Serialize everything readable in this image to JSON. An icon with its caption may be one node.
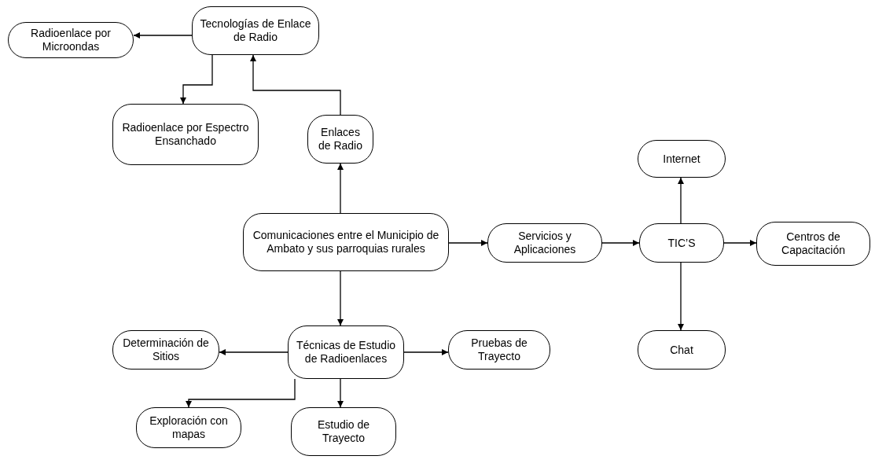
{
  "diagram": {
    "nodes": [
      {
        "text": [
          "Radioenlace por Microondas"
        ]
      },
      {
        "text": [
          "Tecnologías de Enlace de Radio"
        ]
      },
      {
        "text": [
          "Radioenlace por Espectro Ensanchado"
        ]
      },
      {
        "text": [
          "Enlaces de Radio"
        ]
      },
      {
        "text": [
          "Comunicaciones entre el Municipio de Ambato y sus parroquias rurales"
        ]
      },
      {
        "text": [
          "Servicios y Aplicaciones"
        ]
      },
      {
        "text": [
          "TIC’S"
        ]
      },
      {
        "text": [
          "Internet"
        ]
      },
      {
        "text": [
          "Centros de Capacitación"
        ]
      },
      {
        "text": [
          "Chat"
        ]
      },
      {
        "text": [
          "Técnicas de Estudio de Radioenlaces"
        ]
      },
      {
        "text": [
          "Determinación de Sitios"
        ]
      },
      {
        "text": [
          "Pruebas de Trayecto"
        ]
      },
      {
        "text": [
          "Exploración con mapas"
        ]
      },
      {
        "text": [
          "Estudio de Trayecto"
        ]
      }
    ],
    "edges": [
      {
        "from": 1,
        "to": 0,
        "arrow": "to"
      },
      {
        "from": 1,
        "to": 2,
        "arrow": "to"
      },
      {
        "from": 3,
        "to": 1,
        "arrow": "to"
      },
      {
        "from": 4,
        "to": 3,
        "arrow": "to"
      },
      {
        "from": 4,
        "to": 5,
        "arrow": "to"
      },
      {
        "from": 5,
        "to": 6,
        "arrow": "to"
      },
      {
        "from": 6,
        "to": 7,
        "arrow": "to"
      },
      {
        "from": 6,
        "to": 8,
        "arrow": "to"
      },
      {
        "from": 6,
        "to": 9,
        "arrow": "to"
      },
      {
        "from": 4,
        "to": 10,
        "arrow": "to"
      },
      {
        "from": 10,
        "to": 11,
        "arrow": "to"
      },
      {
        "from": 10,
        "to": 12,
        "arrow": "to"
      },
      {
        "from": 10,
        "to": 13,
        "arrow": "to"
      },
      {
        "from": 10,
        "to": 14,
        "arrow": "to"
      }
    ]
  }
}
